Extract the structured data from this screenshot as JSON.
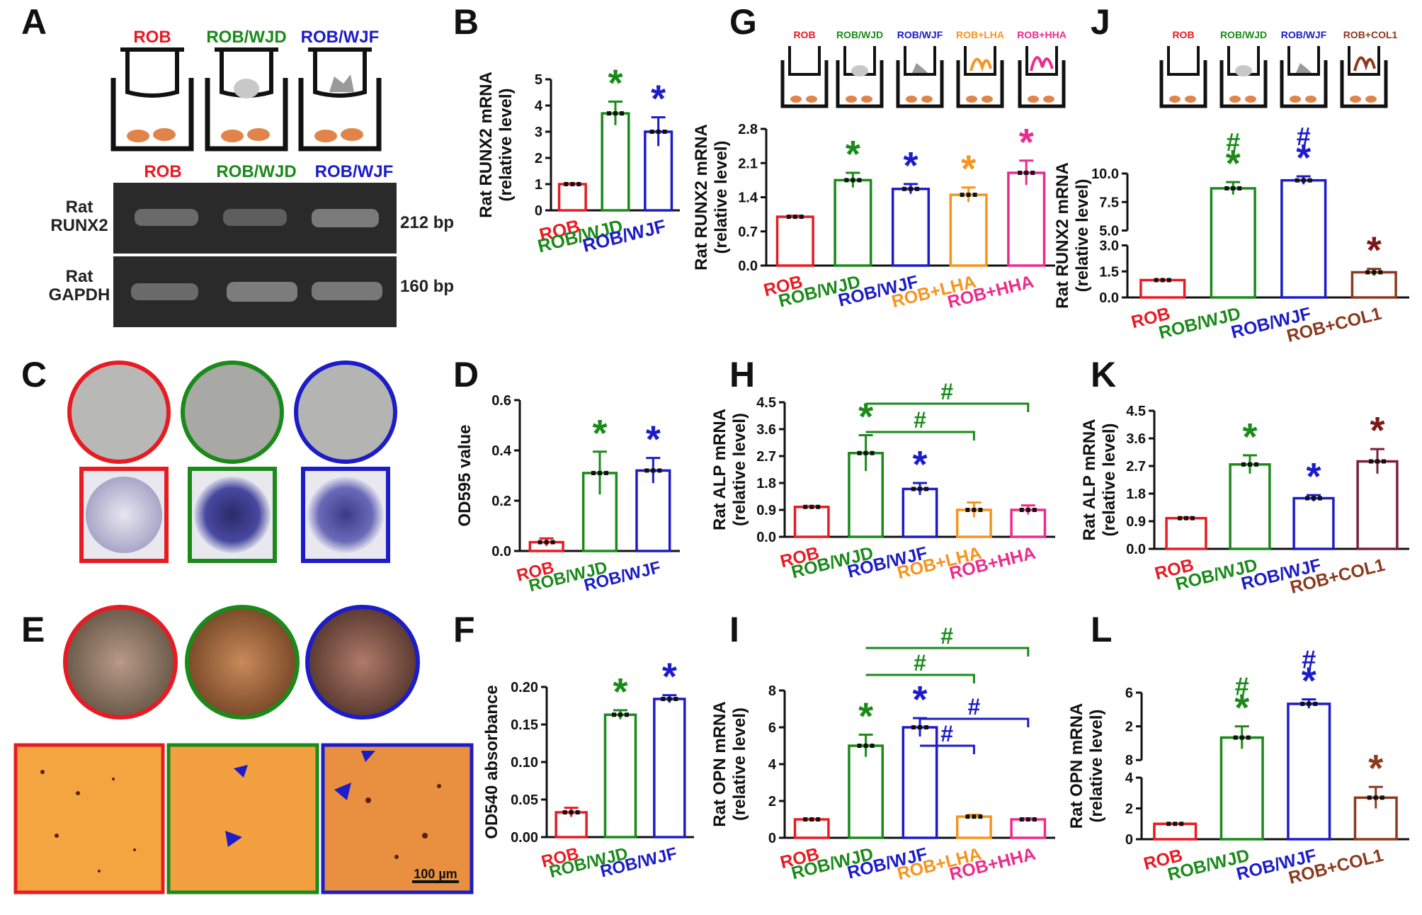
{
  "panel_labels": {
    "A": "A",
    "B": "B",
    "C": "C",
    "D": "D",
    "E": "E",
    "F": "F",
    "G": "G",
    "H": "H",
    "I": "I",
    "J": "J",
    "K": "K",
    "L": "L"
  },
  "colors": {
    "ROB": "#e81b23",
    "ROB/WJD": "#1a8a1a",
    "ROB/WJF": "#1c1cc8",
    "ROB+LHA": "#f7941d",
    "ROB+HHA": "#ec2c8c",
    "ROB+COL1": "#8b3a1e",
    "K_COL1_bar": "#7a1f3c",
    "J_col1_star": "#7b1818"
  },
  "panel_A": {
    "top_labels": [
      "ROB",
      "ROB/WJD",
      "ROB/WJF"
    ],
    "gel_labels": [
      "ROB",
      "ROB/WJD",
      "ROB/WJF"
    ],
    "row1_label": [
      "Rat",
      "RUNX2"
    ],
    "row2_label": [
      "Rat",
      "GAPDH"
    ],
    "row1_size": "212 bp",
    "row2_size": "160 bp"
  },
  "panel_E": {
    "scalebar": "100 µm"
  },
  "panel_G_top": [
    "ROB",
    "ROB/WJD",
    "ROB/WJF",
    "ROB+LHA",
    "ROB+HHA"
  ],
  "panel_J_top": [
    "ROB",
    "ROB/WJD",
    "ROB/WJF",
    "ROB+COL1"
  ],
  "chart_data": [
    {
      "id": "B",
      "type": "bar",
      "ylabel": [
        "Rat RUNX2 mRNA",
        "(relative level)"
      ],
      "categories": [
        "ROB",
        "ROB/WJD",
        "ROB/WJF"
      ],
      "values": [
        1.0,
        3.7,
        3.0
      ],
      "errors": [
        0.02,
        0.45,
        0.55
      ],
      "ylim": [
        0,
        5
      ],
      "yticks": [
        0,
        1,
        2,
        3,
        4,
        5
      ],
      "tick_labels": [
        "0",
        "1",
        "2",
        "3",
        "4",
        "5"
      ],
      "annotations": [
        "",
        "*",
        "*"
      ]
    },
    {
      "id": "D",
      "type": "bar",
      "ylabel": [
        "OD595 value"
      ],
      "categories": [
        "ROB",
        "ROB/WJD",
        "ROB/WJF"
      ],
      "values": [
        0.035,
        0.31,
        0.32
      ],
      "errors": [
        0.015,
        0.085,
        0.05
      ],
      "ylim": [
        0,
        0.6
      ],
      "yticks": [
        0,
        0.2,
        0.4,
        0.6
      ],
      "tick_labels": [
        "0.0",
        "0.2",
        "0.4",
        "0.6"
      ],
      "annotations": [
        "",
        "*",
        "*"
      ]
    },
    {
      "id": "F",
      "type": "bar",
      "ylabel": [
        "OD540 absorbance"
      ],
      "categories": [
        "ROB",
        "ROB/WJD",
        "ROB/WJF"
      ],
      "values": [
        0.033,
        0.163,
        0.184
      ],
      "errors": [
        0.006,
        0.006,
        0.005
      ],
      "ylim": [
        0,
        0.2
      ],
      "yticks": [
        0,
        0.05,
        0.1,
        0.15,
        0.2
      ],
      "tick_labels": [
        "0.00",
        "0.05",
        "0.10",
        "0.15",
        "0.20"
      ],
      "annotations": [
        "",
        "*",
        "*"
      ]
    },
    {
      "id": "G",
      "type": "bar",
      "ylabel": [
        "Rat RUNX2 mRNA",
        "(relative level)"
      ],
      "categories": [
        "ROB",
        "ROB/WJD",
        "ROB/WJF",
        "ROB+LHA",
        "ROB+HHA"
      ],
      "values": [
        1.0,
        1.75,
        1.57,
        1.45,
        1.9
      ],
      "errors": [
        0.02,
        0.15,
        0.1,
        0.15,
        0.25
      ],
      "ylim": [
        0,
        2.8
      ],
      "yticks": [
        0,
        0.7,
        1.4,
        2.1,
        2.8
      ],
      "tick_labels": [
        "0.0",
        "0.7",
        "1.4",
        "2.1",
        "2.8"
      ],
      "annotations": [
        "",
        "*",
        "*",
        "*",
        "*"
      ]
    },
    {
      "id": "H",
      "type": "bar",
      "ylabel": [
        "Rat ALP mRNA",
        "(relative level)"
      ],
      "categories": [
        "ROB",
        "ROB/WJD",
        "ROB/WJF",
        "ROB+LHA",
        "ROB+HHA"
      ],
      "values": [
        1.0,
        2.8,
        1.6,
        0.9,
        0.9
      ],
      "errors": [
        0.02,
        0.6,
        0.2,
        0.25,
        0.15
      ],
      "ylim": [
        0,
        4.5
      ],
      "yticks": [
        0,
        0.9,
        1.8,
        2.7,
        3.6,
        4.5
      ],
      "tick_labels": [
        "0.0",
        "0.9",
        "1.8",
        "2.7",
        "3.6",
        "4.5"
      ],
      "annotations": [
        "",
        "*",
        "*",
        "",
        ""
      ],
      "bracket_marks": [
        "#",
        "#"
      ]
    },
    {
      "id": "I",
      "type": "bar",
      "ylabel": [
        "Rat OPN mRNA",
        "(relative level)"
      ],
      "categories": [
        "ROB",
        "ROB/WJD",
        "ROB/WJF",
        "ROB+LHA",
        "ROB+HHA"
      ],
      "values": [
        1.0,
        5.0,
        6.0,
        1.15,
        1.0
      ],
      "errors": [
        0.02,
        0.6,
        0.5,
        0.1,
        0.05
      ],
      "ylim": [
        0,
        8
      ],
      "yticks": [
        0,
        2,
        4,
        6,
        8
      ],
      "tick_labels": [
        "0",
        "2",
        "4",
        "6",
        "8"
      ],
      "annotations": [
        "",
        "*",
        "*",
        "",
        ""
      ],
      "bracket_marks": [
        "#",
        "#",
        "#",
        "#"
      ]
    },
    {
      "id": "J",
      "type": "bar",
      "ylabel": [
        "Rat RUNX2 mRNA",
        "(relative level)"
      ],
      "categories": [
        "ROB",
        "ROB/WJD",
        "ROB/WJF",
        "ROB+COL1"
      ],
      "values": [
        1.0,
        8.7,
        9.4,
        1.45
      ],
      "errors": [
        0.02,
        0.55,
        0.35,
        0.2
      ],
      "y_break": [
        3,
        5
      ],
      "ylim": [
        0,
        10
      ],
      "tick_labels": [
        "0.0",
        "1.5",
        "3.0",
        "5.0",
        "7.5",
        "10.0"
      ],
      "annotations": [
        "",
        "*",
        "*",
        "*"
      ],
      "hash_marks": [
        "",
        "#",
        "#",
        ""
      ]
    },
    {
      "id": "K",
      "type": "bar",
      "ylabel": [
        "Rat ALP mRNA",
        "(relative level)"
      ],
      "categories": [
        "ROB",
        "ROB/WJD",
        "ROB/WJF",
        "ROB+COL1"
      ],
      "values": [
        1.0,
        2.75,
        1.65,
        2.85
      ],
      "errors": [
        0.02,
        0.3,
        0.1,
        0.4
      ],
      "ylim": [
        0,
        4.5
      ],
      "yticks": [
        0,
        0.9,
        1.8,
        2.7,
        3.6,
        4.5
      ],
      "tick_labels": [
        "0.0",
        "0.9",
        "1.8",
        "2.7",
        "3.6",
        "4.5"
      ],
      "annotations": [
        "",
        "*",
        "*",
        "*"
      ]
    },
    {
      "id": "L",
      "type": "bar",
      "ylabel": [
        "Rat OPN mRNA",
        "(relative level)"
      ],
      "categories": [
        "ROB",
        "ROB/WJD",
        "ROB/WJF",
        "ROB+COL1"
      ],
      "values": [
        1.0,
        14.0,
        23.0,
        2.7
      ],
      "errors": [
        0.02,
        3.0,
        1.2,
        0.7
      ],
      "y_break": [
        4,
        8
      ],
      "tick_labels": [
        "0",
        "2",
        "4",
        "8",
        "2",
        "6"
      ],
      "annotations": [
        "",
        "*",
        "*",
        "*"
      ],
      "hash_marks": [
        "",
        "#",
        "#",
        ""
      ]
    }
  ]
}
